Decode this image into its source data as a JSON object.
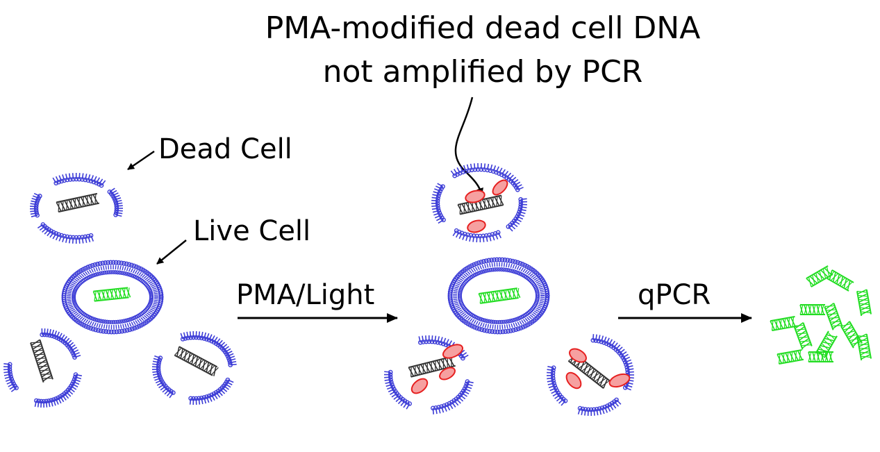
{
  "labels": {
    "annotation_line1": "PMA-modified dead cell DNA",
    "annotation_line2": "not amplified by PCR",
    "dead_cell": "Dead Cell",
    "live_cell": "Live Cell",
    "pma_light": "PMA/Light",
    "qpcr": "qPCR"
  },
  "colors": {
    "membrane": "#3b3bd6",
    "live_dna": "#22dd22",
    "dead_dna": "#333333",
    "pma_marker": "#e62020",
    "pma_marker_fill": "#f6a0a0",
    "text": "#000000"
  }
}
